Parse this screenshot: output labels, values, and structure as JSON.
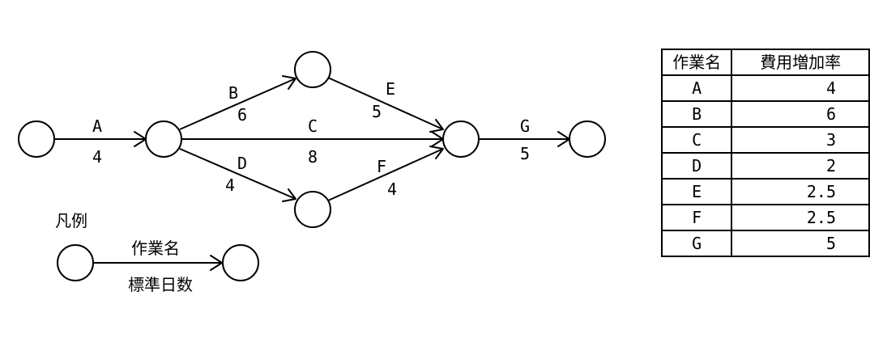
{
  "network": {
    "activities": [
      {
        "name": "A",
        "days": "4"
      },
      {
        "name": "B",
        "days": "6"
      },
      {
        "name": "C",
        "days": "8"
      },
      {
        "name": "D",
        "days": "4"
      },
      {
        "name": "E",
        "days": "5"
      },
      {
        "name": "F",
        "days": "4"
      },
      {
        "name": "G",
        "days": "5"
      }
    ]
  },
  "legend": {
    "title": "凡例",
    "task_label": "作業名",
    "days_label": "標準日数"
  },
  "table": {
    "headers": [
      "作業名",
      "費用増加率"
    ],
    "rows": [
      {
        "task": "A",
        "rate": "4"
      },
      {
        "task": "B",
        "rate": "6"
      },
      {
        "task": "C",
        "rate": "3"
      },
      {
        "task": "D",
        "rate": "2"
      },
      {
        "task": "E",
        "rate": "2.5"
      },
      {
        "task": "F",
        "rate": "2.5"
      },
      {
        "task": "G",
        "rate": "5"
      }
    ]
  }
}
